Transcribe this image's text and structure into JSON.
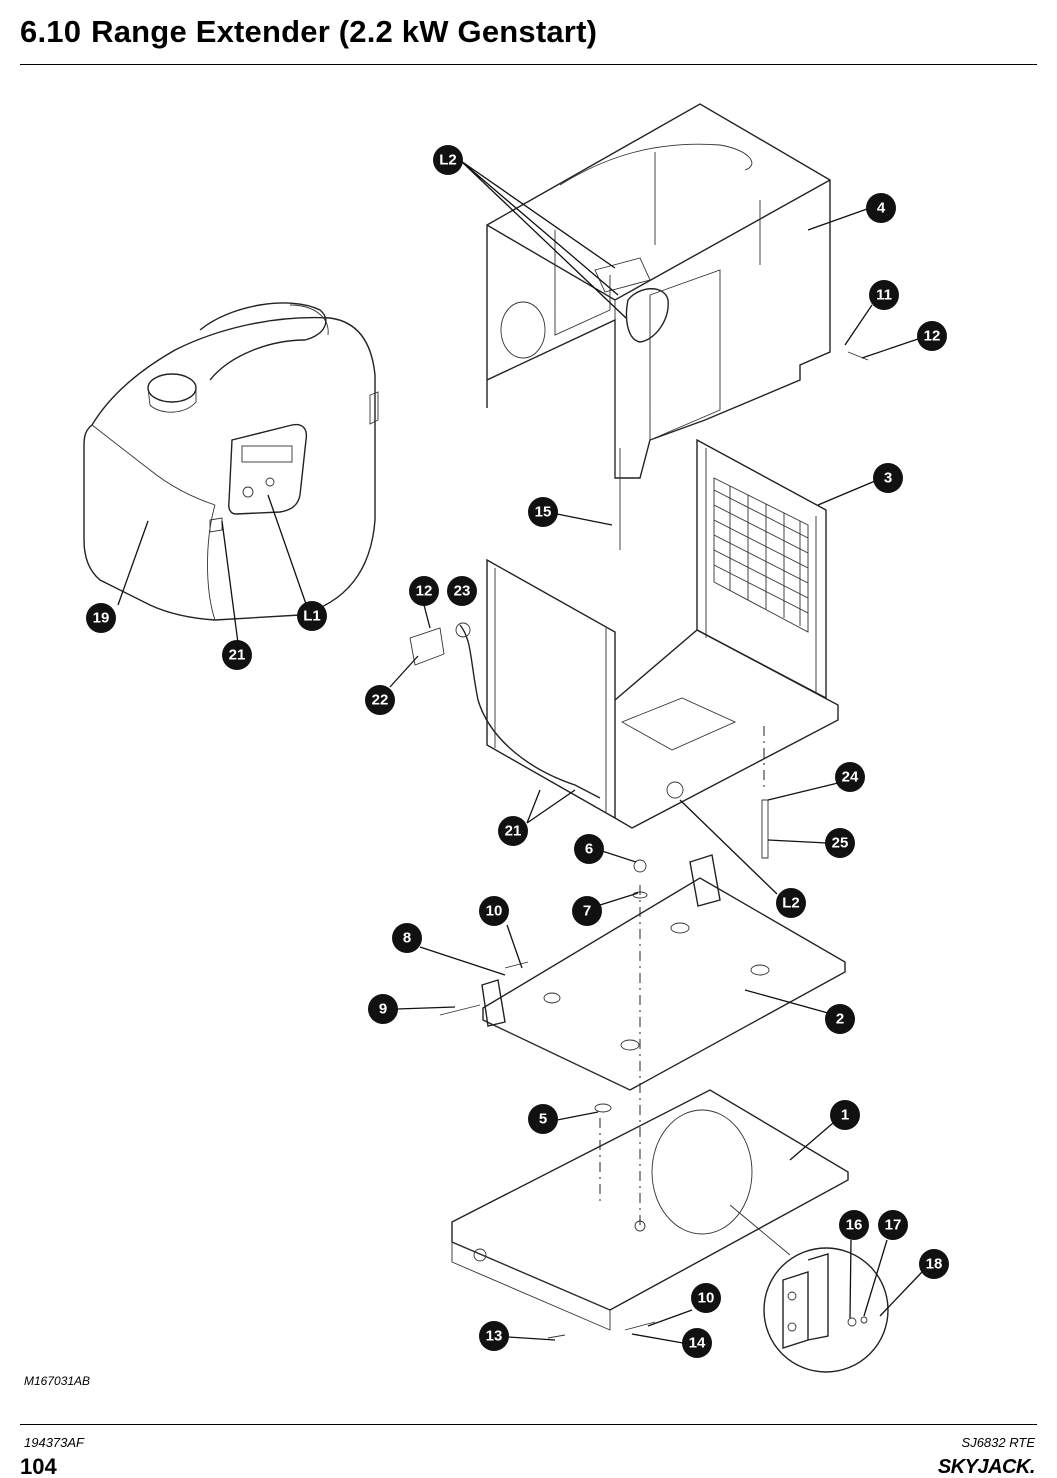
{
  "header": {
    "section_number": "6.10",
    "section_title": "Range Extender (2.2 kW Genstart)"
  },
  "figure": {
    "drawing_id": "M167031AB",
    "callouts": [
      {
        "id": "L2"
      },
      {
        "id": "4"
      },
      {
        "id": "11"
      },
      {
        "id": "12"
      },
      {
        "id": "3"
      },
      {
        "id": "15"
      },
      {
        "id": "19"
      },
      {
        "id": "21"
      },
      {
        "id": "L1"
      },
      {
        "id": "12"
      },
      {
        "id": "23"
      },
      {
        "id": "22"
      },
      {
        "id": "21"
      },
      {
        "id": "24"
      },
      {
        "id": "25"
      },
      {
        "id": "6"
      },
      {
        "id": "L2"
      },
      {
        "id": "10"
      },
      {
        "id": "7"
      },
      {
        "id": "8"
      },
      {
        "id": "9"
      },
      {
        "id": "2"
      },
      {
        "id": "5"
      },
      {
        "id": "1"
      },
      {
        "id": "16"
      },
      {
        "id": "17"
      },
      {
        "id": "18"
      },
      {
        "id": "10"
      },
      {
        "id": "13"
      },
      {
        "id": "14"
      }
    ]
  },
  "footer": {
    "doc_number": "194373AF",
    "model": "SJ6832 RTE",
    "page_number": "104",
    "brand": "SKYJACK."
  }
}
